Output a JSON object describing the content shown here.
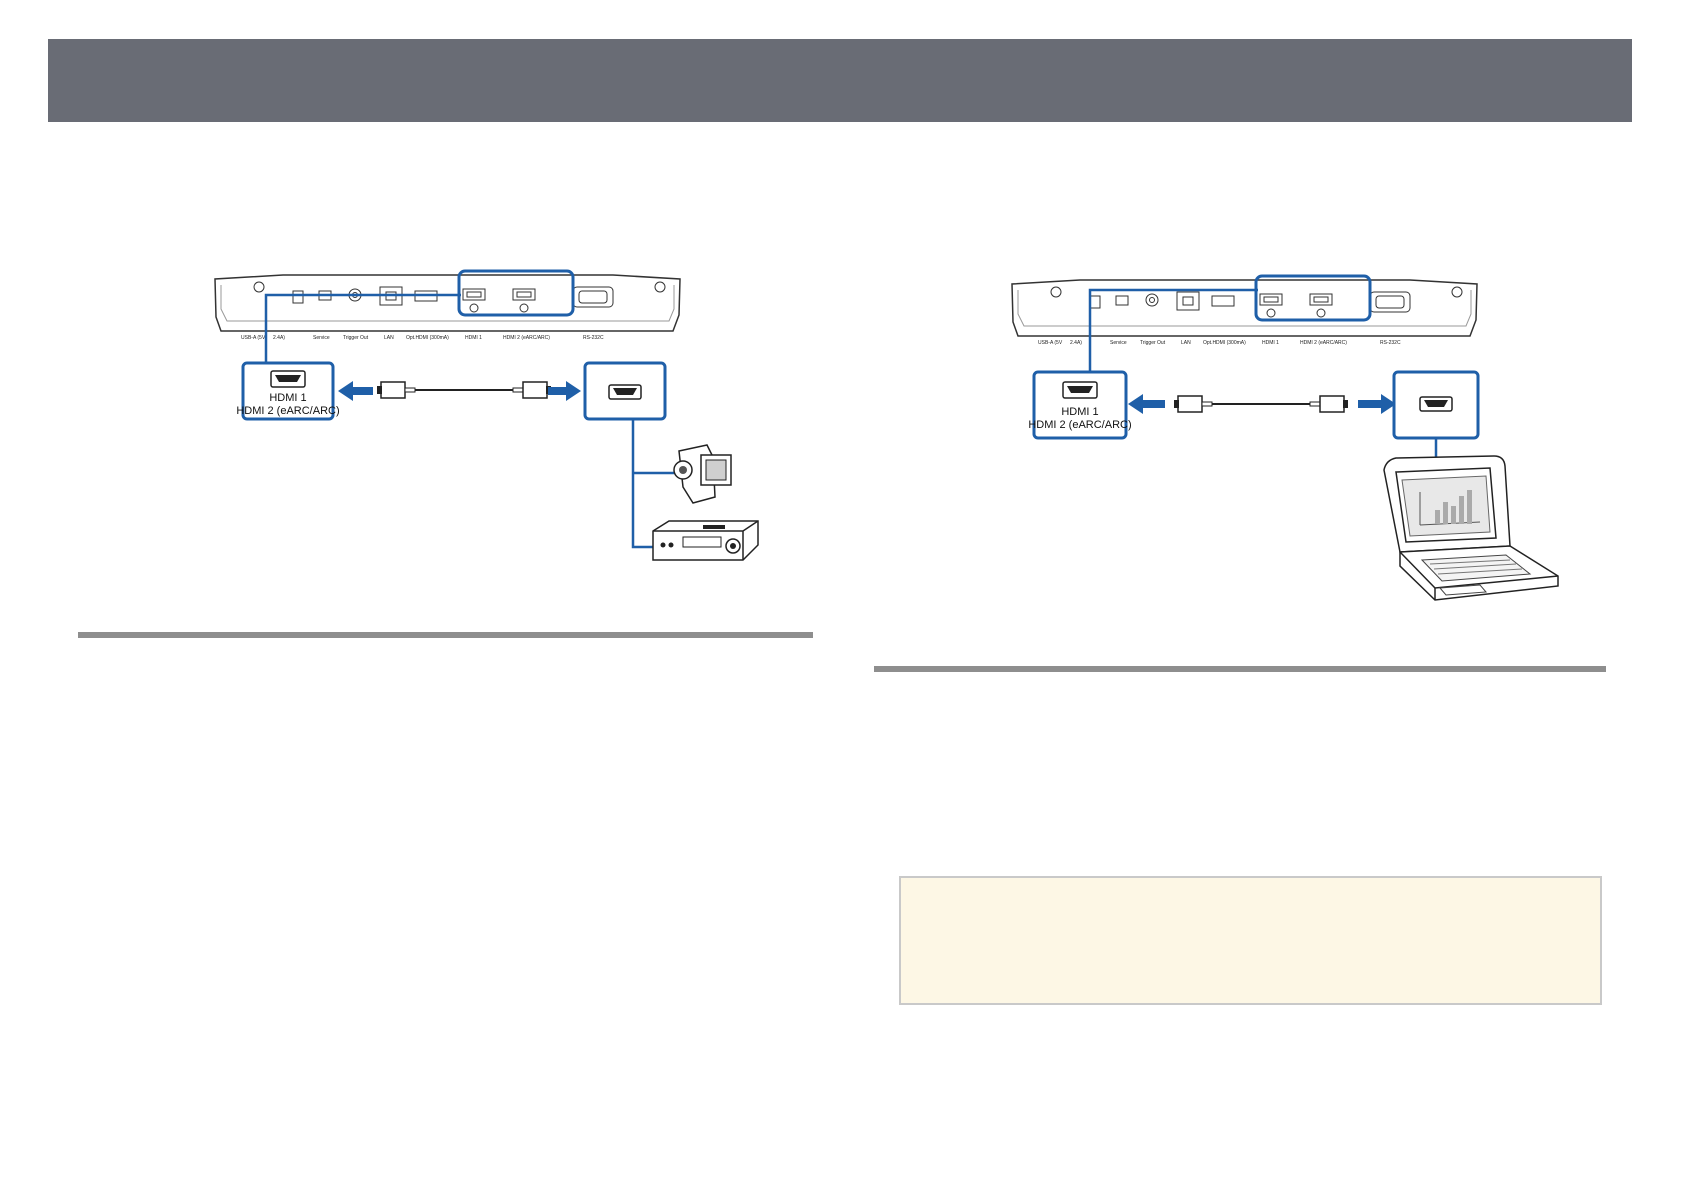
{
  "header": {
    "title": ""
  },
  "figures": {
    "left": {
      "port_labels": [
        "USB-A (5V",
        "2.4A)",
        "Service",
        "Trigger Out",
        "LAN",
        "Opt.HDMI (300mA)",
        "HDMI 1",
        "HDMI 2 (eARC/ARC)",
        "RS-232C"
      ],
      "box_line1": "HDMI 1",
      "box_line2": "HDMI 2 (eARC/ARC)"
    },
    "right": {
      "port_labels": [
        "USB-A (5V",
        "2.4A)",
        "Service",
        "Trigger Out",
        "LAN",
        "Opt.HDMI (300mA)",
        "HDMI 1",
        "HDMI 2 (eARC/ARC)",
        "RS-232C"
      ],
      "box_line1": "HDMI 1",
      "box_line2": "HDMI 2 (eARC/ARC)"
    }
  },
  "icons": [
    "projector-panel-icon",
    "hdmi-port-icon",
    "hdmi-cable-icon",
    "video-camera-icon",
    "av-receiver-icon",
    "laptop-icon"
  ],
  "colors": {
    "accent": "#1f5fa8",
    "header": "#696c75",
    "rule": "#8e8e8e",
    "note_bg": "#fdf7e5"
  }
}
